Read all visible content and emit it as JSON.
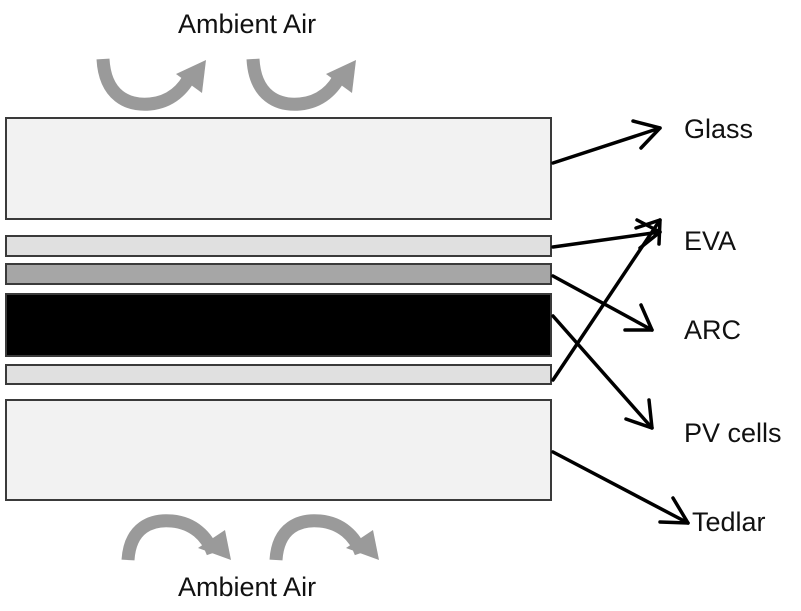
{
  "labels": {
    "ambient_top": "Ambient Air",
    "ambient_bottom": "Ambient Air",
    "glass": "Glass",
    "eva": "EVA",
    "arc": "ARC",
    "pv_cells": "PV cells",
    "tedlar": "Tedlar"
  },
  "colors": {
    "glass": "#f2f2f2",
    "eva": "#e0e0e0",
    "arc": "#a6a6a6",
    "pv_cells": "#000000",
    "tedlar": "#f2f2f2",
    "air_arrow": "#9a9a9a",
    "pointer": "#000000"
  },
  "icons": {
    "ambient_air": "curved-arrow-icon"
  }
}
